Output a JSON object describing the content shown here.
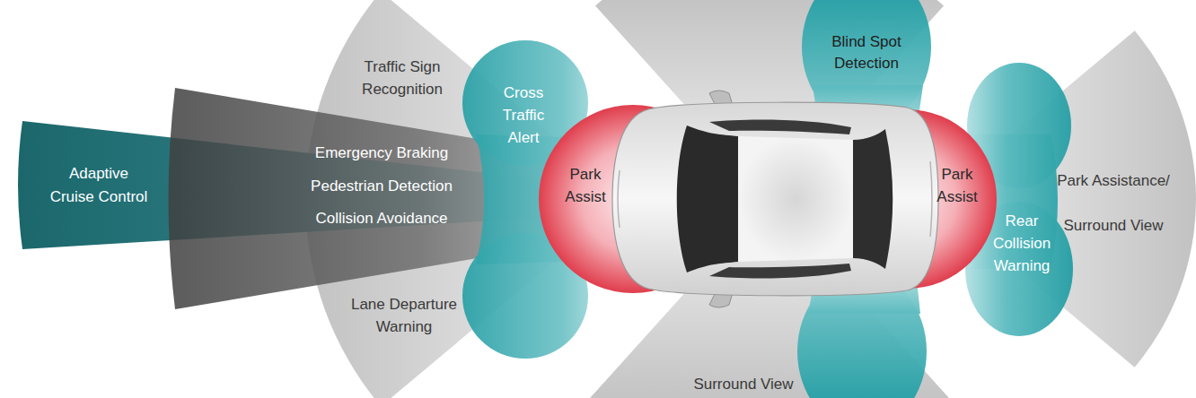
{
  "diagram": {
    "nodes": [
      {
        "text": [
          "Traffic Sign Recognition",
          "Lane Departure Warning"
        ]
      },
      {
        "text": [
          "Adaptive Cruise Control"
        ]
      },
      {
        "text": [
          "Emergency Braking",
          "Pedestrian Detection",
          "Collision Avoidance"
        ]
      },
      {
        "text": [
          "Cross Traffic Alert"
        ]
      },
      {
        "text": [
          "Park Assist"
        ]
      },
      {
        "text": [
          "Surround View"
        ]
      },
      {
        "text": [
          "Blind Spot Detection"
        ]
      },
      {
        "text": [
          "Park Assistance/ Surround View"
        ]
      },
      {
        "text": [
          "Rear Collision Warning"
        ]
      },
      {
        "text": [
          "Park Assist"
        ]
      }
    ]
  }
}
